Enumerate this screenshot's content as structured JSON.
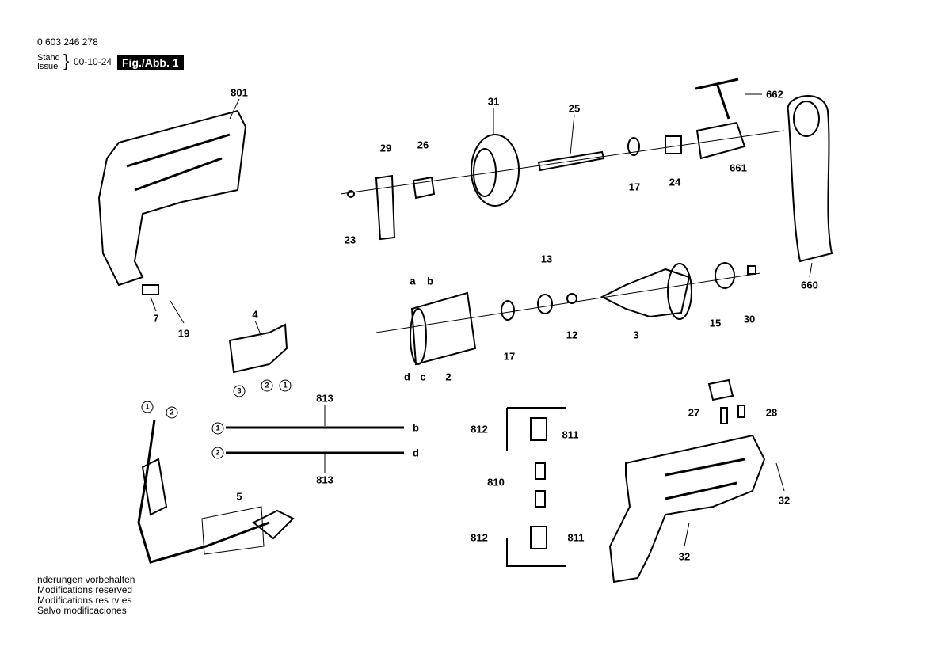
{
  "header": {
    "part_number": "0 603 246 278",
    "stand": "Stand",
    "issue": "Issue",
    "date": "00-10-24",
    "figure": "Fig./Abb. 1"
  },
  "footer": [
    "nderungen vorbehalten",
    "Modifications reserved",
    "Modifications res rv es",
    "Salvo modificaciones"
  ],
  "parts": [
    "801",
    "7",
    "19",
    "4",
    "29",
    "26",
    "31",
    "25",
    "662",
    "661",
    "17",
    "24",
    "23",
    "13",
    "a",
    "b",
    "12",
    "17",
    "3",
    "15",
    "30",
    "660",
    "d",
    "c",
    "2",
    "813",
    "813",
    "b",
    "d",
    "812",
    "811",
    "810",
    "812",
    "811",
    "27",
    "28",
    "32",
    "32",
    "5"
  ],
  "markers": [
    "1",
    "2",
    "3",
    "2",
    "1",
    "1",
    "2"
  ]
}
